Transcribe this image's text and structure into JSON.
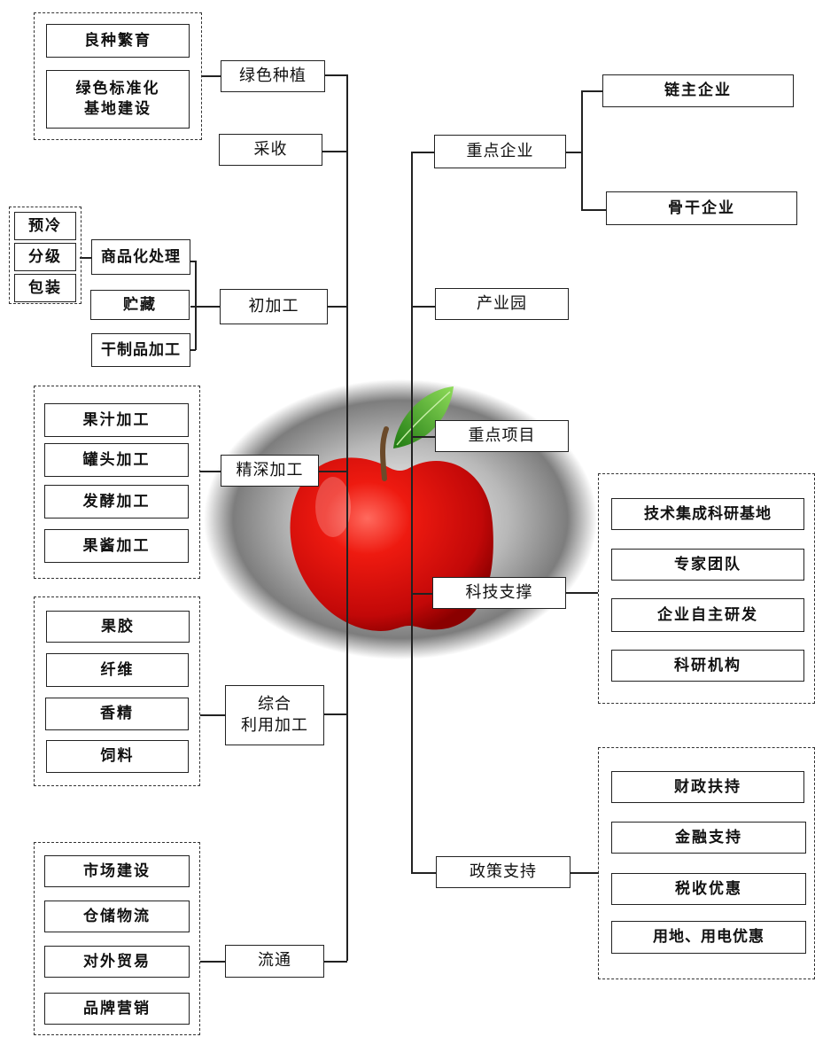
{
  "left_branch": [
    {
      "category": "绿色种植",
      "items": [
        "良种繁育",
        "绿色标准化\n基地建设"
      ]
    },
    {
      "category": "采收",
      "items": []
    },
    {
      "category": "初加工",
      "items": [
        "商品化处理",
        "贮藏",
        "干制品加工"
      ],
      "sub_items": [
        "预冷",
        "分级",
        "包装"
      ]
    },
    {
      "category": "精深加工",
      "items": [
        "果汁加工",
        "罐头加工",
        "发酵加工",
        "果酱加工"
      ]
    },
    {
      "category": "综合\n利用加工",
      "items": [
        "果胶",
        "纤维",
        "香精",
        "饲料"
      ]
    },
    {
      "category": "流通",
      "items": [
        "市场建设",
        "仓储物流",
        "对外贸易",
        "品牌营销"
      ]
    }
  ],
  "right_branch": [
    {
      "category": "重点企业",
      "items": [
        "链主企业",
        "骨干企业"
      ]
    },
    {
      "category": "产业园",
      "items": []
    },
    {
      "category": "重点项目",
      "items": []
    },
    {
      "category": "科技支撑",
      "items": [
        "技术集成科研基地",
        "专家团队",
        "企业自主研发",
        "科研机构"
      ]
    },
    {
      "category": "政策支持",
      "items": [
        "财政扶持",
        "金融支持",
        "税收优惠",
        "用地、用电优惠"
      ]
    }
  ],
  "colors": {
    "apple": "#e01010",
    "leaf": "#3aa52a",
    "ellipse": "#808080",
    "line": "#222222"
  },
  "icons": {
    "center": "apple-illustration"
  }
}
